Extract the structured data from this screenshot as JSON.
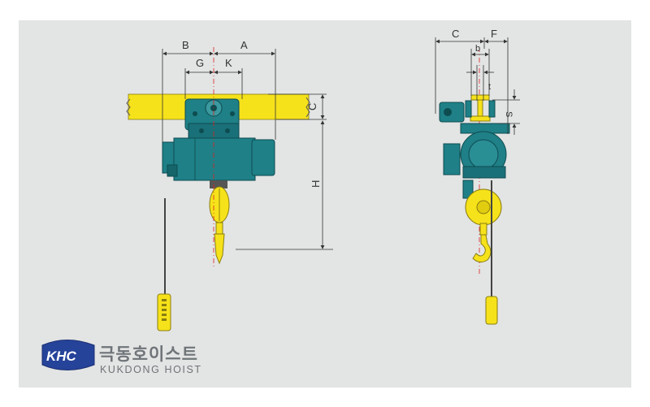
{
  "front_view": {
    "dims": {
      "B": "B",
      "A": "A",
      "G": "G",
      "K": "K",
      "C": "C",
      "H": "H"
    }
  },
  "side_view": {
    "dims": {
      "C": "C",
      "F": "F",
      "b": "b",
      "t": "t",
      "S": "S"
    }
  },
  "logo": {
    "mark": "KHC",
    "korean": "극동호이스트",
    "english": "KUKDONG HOIST"
  },
  "colors": {
    "panel": "#e3e4e4",
    "rail": "#f6e21a",
    "body": "#1f8087",
    "hook": "#f6e21a",
    "logo_blue": "#26439a"
  }
}
